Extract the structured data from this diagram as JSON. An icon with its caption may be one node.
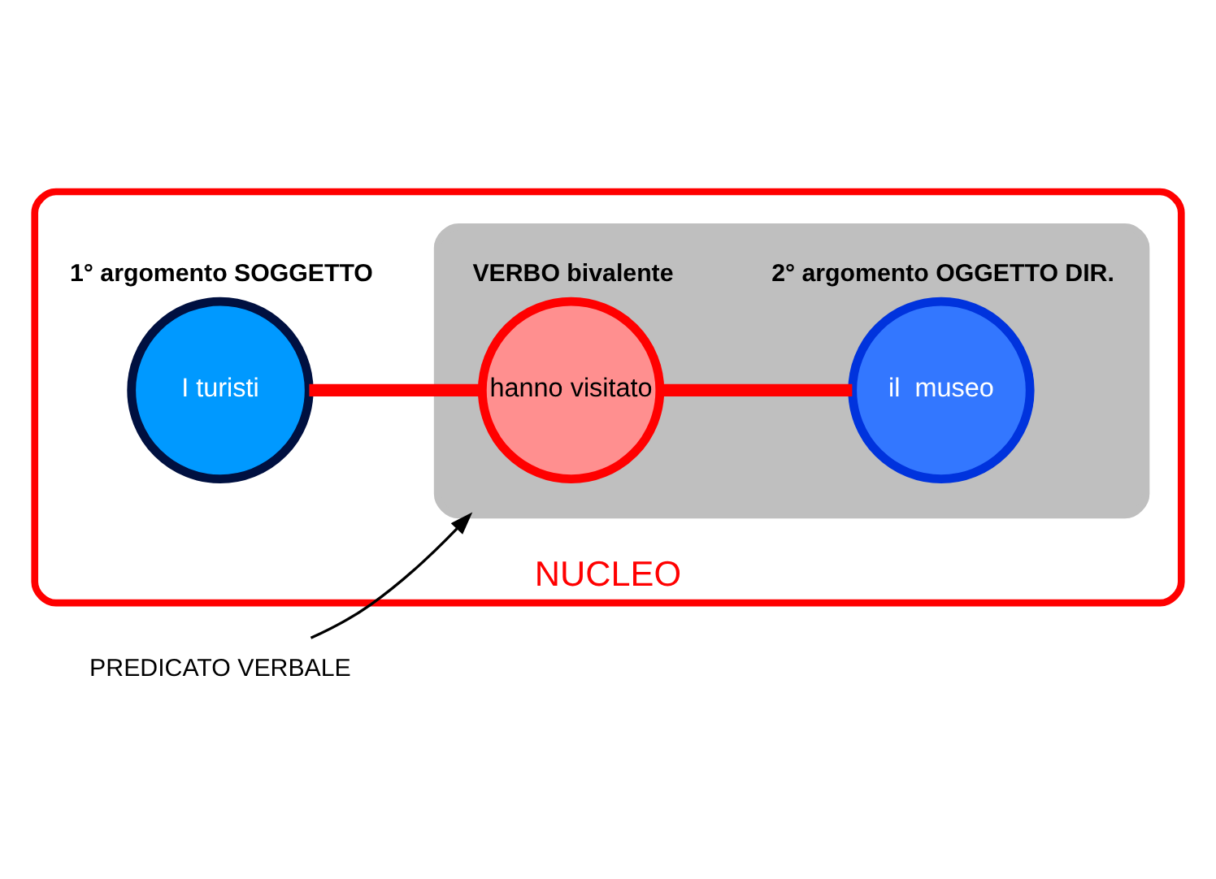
{
  "diagram": {
    "nodes": [
      {
        "text": [
          "NUCLEO"
        ]
      },
      {
        "text": [],
        "shape": "ellipse",
        "in": 0
      },
      {
        "text": [
          "I turisti"
        ],
        "in": 0,
        "beside": [
          "1° argomento SOGGETTO"
        ]
      },
      {
        "text": [
          "hanno visitato"
        ],
        "in": 1,
        "beside": [
          "VERBO bivalente"
        ]
      },
      {
        "text": [
          "il  museo"
        ],
        "in": 1,
        "beside": [
          "2° argomento OGGETTO DIR."
        ]
      },
      {
        "text": [
          "PREDICATO VERBALE"
        ]
      }
    ],
    "edges": [
      {
        "from": 2,
        "to": 3,
        "arrow": "none"
      },
      {
        "from": 3,
        "to": 4,
        "arrow": "none"
      },
      {
        "from": 5,
        "to": 1,
        "arrow": "to",
        "color": "#000000"
      }
    ]
  }
}
